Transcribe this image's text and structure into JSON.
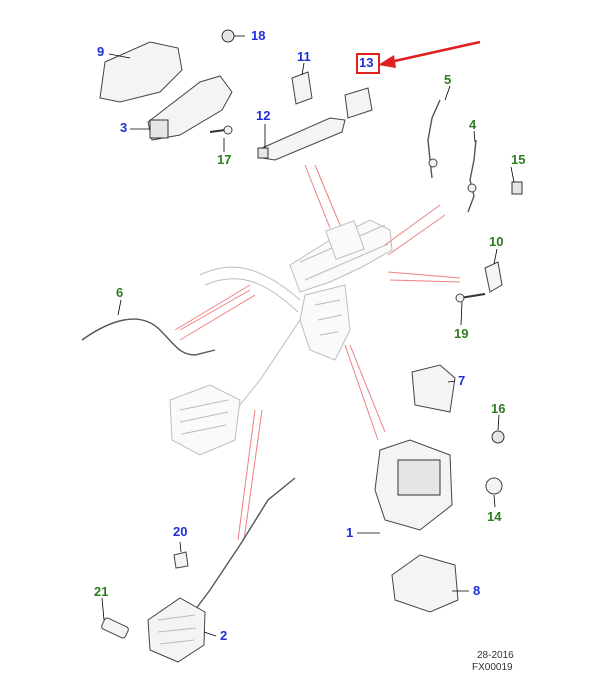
{
  "colors": {
    "callout_blue": "#1f2fd6",
    "callout_green": "#2e7d1f",
    "highlight_red": "#e02020"
  },
  "callouts": [
    {
      "id": "c1",
      "label": "1",
      "color": "blue"
    },
    {
      "id": "c2",
      "label": "2",
      "color": "blue"
    },
    {
      "id": "c3",
      "label": "3",
      "color": "blue"
    },
    {
      "id": "c4",
      "label": "4",
      "color": "green"
    },
    {
      "id": "c5",
      "label": "5",
      "color": "green"
    },
    {
      "id": "c6",
      "label": "6",
      "color": "green"
    },
    {
      "id": "c7",
      "label": "7",
      "color": "blue"
    },
    {
      "id": "c8",
      "label": "8",
      "color": "blue"
    },
    {
      "id": "c9",
      "label": "9",
      "color": "blue"
    },
    {
      "id": "c10",
      "label": "10",
      "color": "green"
    },
    {
      "id": "c11",
      "label": "11",
      "color": "blue"
    },
    {
      "id": "c12",
      "label": "12",
      "color": "blue"
    },
    {
      "id": "c13",
      "label": "13",
      "color": "blue",
      "highlighted": true
    },
    {
      "id": "c14",
      "label": "14",
      "color": "green"
    },
    {
      "id": "c15",
      "label": "15",
      "color": "green"
    },
    {
      "id": "c16",
      "label": "16",
      "color": "green"
    },
    {
      "id": "c17",
      "label": "17",
      "color": "green"
    },
    {
      "id": "c18",
      "label": "18",
      "color": "blue"
    },
    {
      "id": "c19",
      "label": "19",
      "color": "green"
    },
    {
      "id": "c20",
      "label": "20",
      "color": "blue"
    },
    {
      "id": "c21",
      "label": "21",
      "color": "green"
    }
  ],
  "footer": {
    "line1": "28-2016",
    "line2": "FX00019"
  },
  "icons": {
    "highlight_arrow": "red-arrow-icon"
  }
}
